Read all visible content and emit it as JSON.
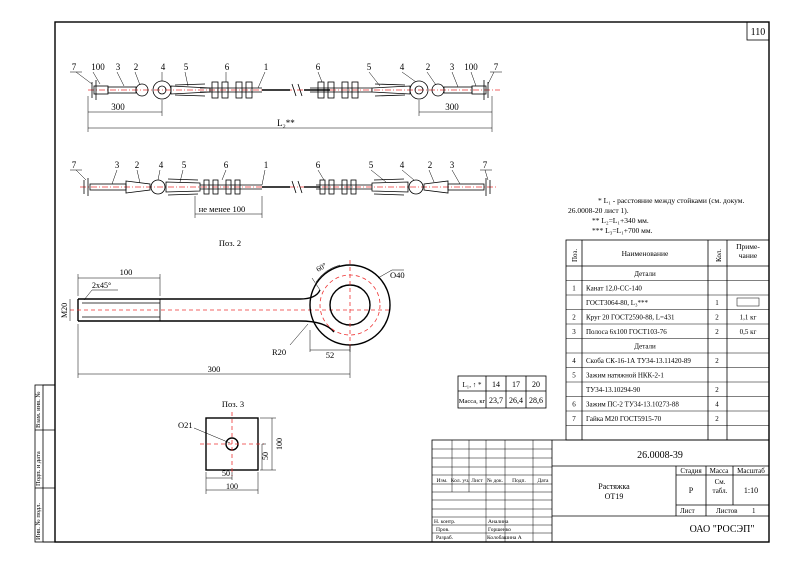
{
  "sheet_number": "110",
  "notes": {
    "l1": "* L₁ - расстояние между стойками (см. докум.",
    "l2": "26.0008-20 лист 1).",
    "l3": "** L₂=L₁+340 мм.",
    "l4": "*** L₃=L₁+700 мм."
  },
  "view1": {
    "callouts_left": [
      "7",
      "100",
      "3",
      "2",
      "4",
      "5",
      "6",
      "1"
    ],
    "callouts_right": [
      "6",
      "5",
      "4",
      "2",
      "3",
      "100",
      "7"
    ],
    "dim_left": "300",
    "dim_right": "300",
    "dim_total": "L₂**"
  },
  "view2": {
    "callouts_left": [
      "7",
      "3",
      "2",
      "4",
      "5",
      "6",
      "1"
    ],
    "callouts_right": [
      "6",
      "5",
      "4",
      "2",
      "3",
      "7"
    ],
    "dim_min": "не менее 100"
  },
  "pos2": {
    "title": "Поз. 2",
    "dim_top": "100",
    "chamfer": "2x45°",
    "thread": "M20",
    "angle": "60°",
    "radius_outer": "O40",
    "radius_bend": "R20",
    "dim_52": "52",
    "dim_300": "300"
  },
  "pos3": {
    "title": "Поз. 3",
    "hole": "O21",
    "dim_100v": "100",
    "dim_50v": "50",
    "dim_50h": "50",
    "dim_100h": "100"
  },
  "mass_table": {
    "header_label": "L₁, ↑ *",
    "header_values": [
      "14",
      "17",
      "20"
    ],
    "row_label": "Масса, кг",
    "row_values": [
      "23,7",
      "26,4",
      "28,6"
    ]
  },
  "spec": {
    "col_pos": "Поз.",
    "col_name": "Наименование",
    "col_qty": "Кол.",
    "col_note": "Приме- чание",
    "rows": [
      {
        "pos": "",
        "name": "Детали",
        "qty": "",
        "note": "",
        "section": true
      },
      {
        "pos": "1",
        "name": "Канат 12,0-СС-140",
        "qty": "",
        "note": ""
      },
      {
        "pos": "",
        "name": "ГОСТ3064-80, L₃***",
        "qty": "1",
        "note": ""
      },
      {
        "pos": "2",
        "name": "Круг 20 ГОСТ2590-88, L=431",
        "qty": "2",
        "note": "1,1 кг"
      },
      {
        "pos": "3",
        "name": "Полоса 6x100 ГОСТ103-76",
        "qty": "2",
        "note": "0,5 кг"
      },
      {
        "pos": "",
        "name": "Детали",
        "qty": "",
        "note": "",
        "section": true
      },
      {
        "pos": "4",
        "name": "Скоба СК-16-1А ТУ34-13.11420-89",
        "qty": "2",
        "note": ""
      },
      {
        "pos": "5",
        "name": "Зажим натяжной НКК-2-1",
        "qty": "",
        "note": ""
      },
      {
        "pos": "",
        "name": "ТУ34-13.10294-90",
        "qty": "2",
        "note": ""
      },
      {
        "pos": "6",
        "name": "Зажим ПС-2 ТУ34-13.10273-88",
        "qty": "4",
        "note": ""
      },
      {
        "pos": "7",
        "name": "Гайка М20 ГОСТ5915-70",
        "qty": "2",
        "note": ""
      },
      {
        "pos": "",
        "name": "",
        "qty": "",
        "note": ""
      }
    ]
  },
  "titleblock": {
    "doc_code": "26.0008-39",
    "title_line1": "Растяжка",
    "title_line2": "ОТ19",
    "stage_label": "Стадия",
    "mass_label": "Масса",
    "scale_label": "Масштаб",
    "stage_value": "Р",
    "mass_value": "См. табл.",
    "scale_value": "1:10",
    "sheet_label": "Лист",
    "sheets_label": "Листов",
    "sheets_value": "1",
    "org": "ОАО \"РОСЭП\"",
    "cols": [
      "Изм.",
      "Кол. уч.",
      "Лист",
      "№ док.",
      "Подп.",
      "Дата"
    ],
    "roles": [
      {
        "role": "Н. контр.",
        "name": "Аналина"
      },
      {
        "role": "Пров.",
        "name": "Горшенко"
      },
      {
        "role": "Разраб.",
        "name": "Колобашина А"
      }
    ]
  },
  "side_stamps": [
    "Инв. № подл.",
    "Подп. и дата",
    "Взам. инв. №"
  ]
}
